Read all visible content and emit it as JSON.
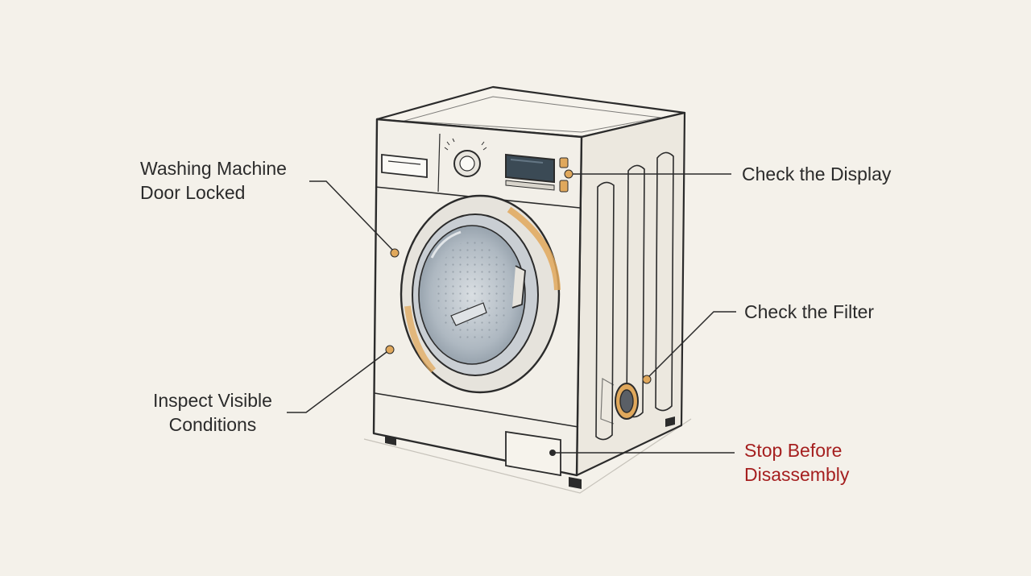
{
  "colors": {
    "background": "#f4f1ea",
    "ink": "#2b2b2b",
    "accent": "#e0a85c",
    "warning": "#a51f1f",
    "machine_body": "#f2efe8",
    "glass": "#b9c3cc"
  },
  "callouts": {
    "door_locked": {
      "line1": "Washing Machine",
      "line2": "Door Locked"
    },
    "display": {
      "line1": "Check the Display"
    },
    "filter": {
      "line1": "Check the Filter"
    },
    "inspect": {
      "line1": "Inspect Visible",
      "line2": "Conditions"
    },
    "stop": {
      "line1": "Stop Before",
      "line2": "Disassembly"
    }
  }
}
